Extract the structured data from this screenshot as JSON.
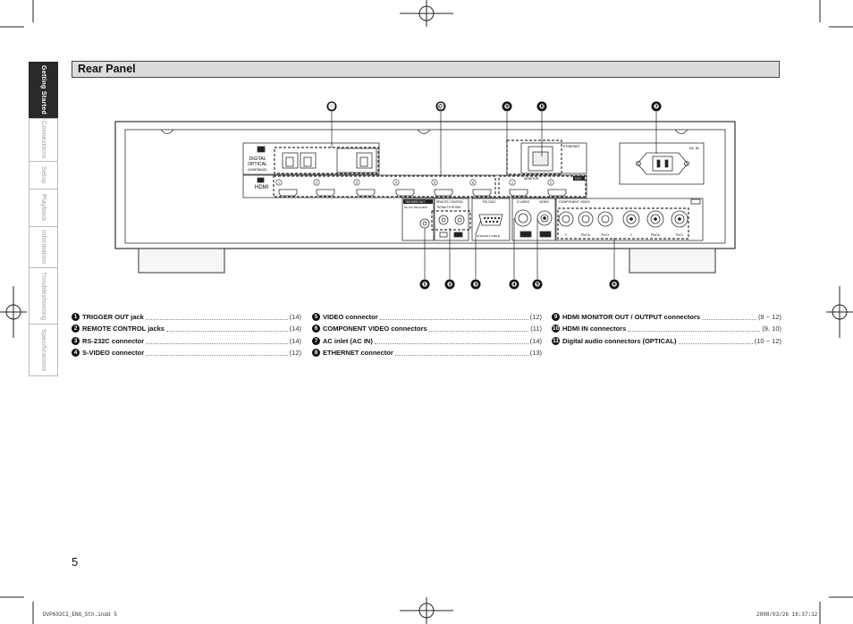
{
  "side_tabs": [
    {
      "label": "Getting Started",
      "active": true
    },
    {
      "label": "Connections",
      "active": false
    },
    {
      "label": "Setup",
      "active": false
    },
    {
      "label": "Playback",
      "active": false
    },
    {
      "label": "Information",
      "active": false
    },
    {
      "label": "Troubleshooting",
      "active": false
    },
    {
      "label": "Specifications",
      "active": false
    }
  ],
  "section_title": "Rear Panel",
  "callouts": [
    "⓫",
    "⓾",
    "❾",
    "❽",
    "❼",
    "❶",
    "❷",
    "❸",
    "❹",
    "❺",
    "❻"
  ],
  "panel": {
    "digital_optical": "DIGITAL\nOPTICAL",
    "digital_optical_sub": "(WIDEBAND)",
    "hdmi": "HDMI",
    "hdmi_in_ports": [
      "1",
      "2",
      "3",
      "4",
      "5",
      "6"
    ],
    "hdmi_out_ports": [
      "1",
      "2"
    ],
    "monitor": "MONITOR",
    "out": "OUT",
    "ethernet": "ETHERNET",
    "ac_in": "AC IN",
    "trigger_out": "TRIGGER OUT",
    "trigger_sub": "DC 12V 150mA MAX",
    "remote_control": "REMOTE CONTROL",
    "room_to_room": "ROOM TO ROOM",
    "rs232c": "RS-232C",
    "straight_cable": "STRAIGHT CABLE",
    "svideo": "S-VIDEO",
    "video": "VIDEO",
    "component_video": "COMPONENT VIDEO",
    "component_labels": [
      "Y",
      "Pb/Cb",
      "Pr/Cr",
      "Y",
      "Pb/Cb",
      "Pr/Cr"
    ]
  },
  "legend": [
    {
      "bullet": "1",
      "label": "TRIGGER OUT jack",
      "ref": "(14)"
    },
    {
      "bullet": "2",
      "label": "REMOTE CONTROL jacks",
      "ref": "(14)"
    },
    {
      "bullet": "3",
      "label": "RS-232C connector",
      "ref": "(14)"
    },
    {
      "bullet": "4",
      "label": "S-VIDEO connector",
      "ref": "(12)"
    },
    {
      "bullet": "5",
      "label": "VIDEO connector",
      "ref": "(12)"
    },
    {
      "bullet": "6",
      "label": "COMPONENT VIDEO connectors",
      "ref": "(11)"
    },
    {
      "bullet": "7",
      "label": "AC inlet (AC IN)",
      "ref": "(14)"
    },
    {
      "bullet": "8",
      "label": "ETHERNET connector",
      "ref": "(13)"
    },
    {
      "bullet": "9",
      "label": "HDMI MONITOR OUT / OUTPUT connectors",
      "ref": "(9 ~ 12)"
    },
    {
      "bullet": "10",
      "label": "HDMI IN connectors",
      "ref": "(9, 10)"
    },
    {
      "bullet": "11",
      "label": "Digital audio connectors (OPTICAL)",
      "ref": "(10 ~ 12)"
    }
  ],
  "page_number": "5",
  "footer_left": "DVP602CI_ENG_5th.indd   5",
  "footer_right": "2008/03/26   16:37:12"
}
